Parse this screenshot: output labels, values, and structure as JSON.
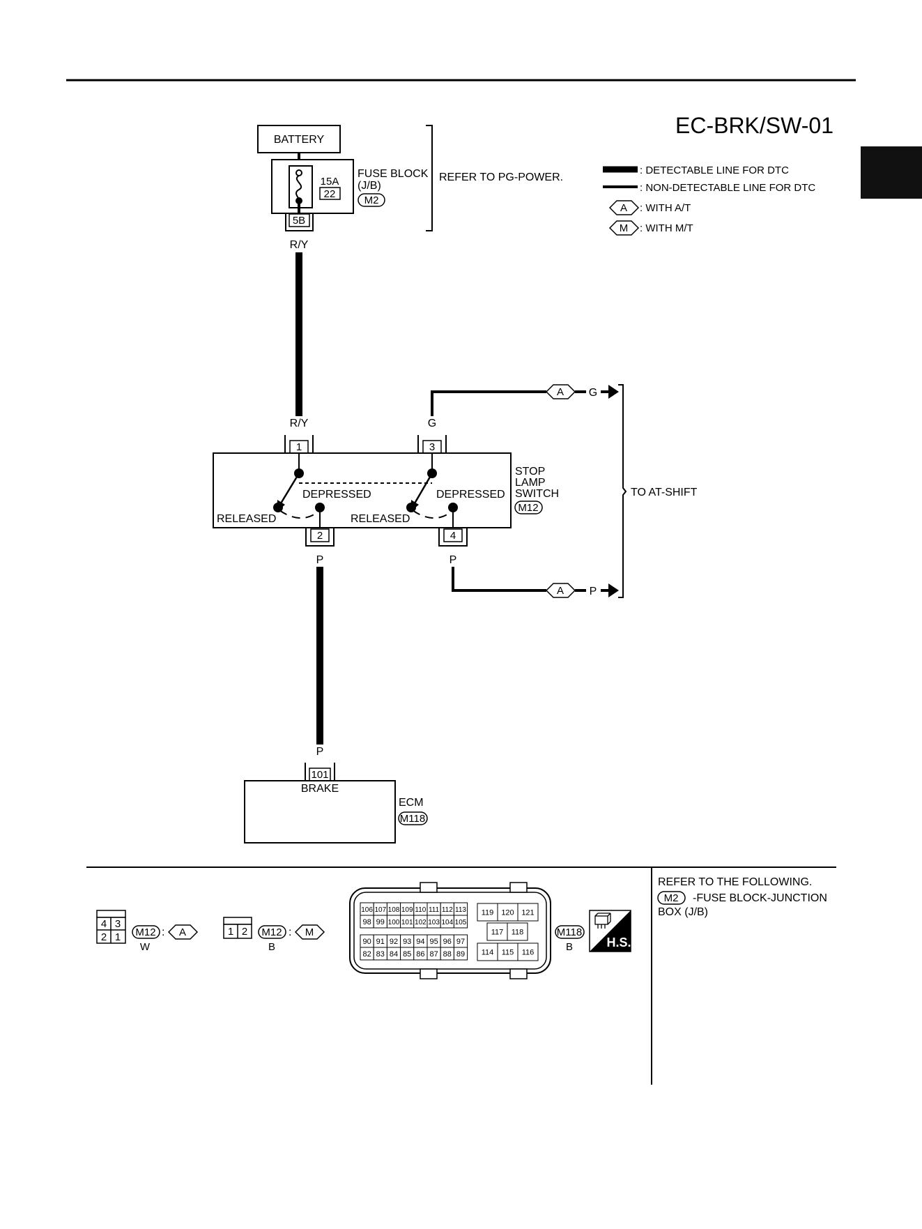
{
  "page": {
    "title": "EC-BRK/SW-01"
  },
  "legend": {
    "detectable": ": DETECTABLE LINE FOR DTC",
    "non_detectable": ": NON-DETECTABLE LINE FOR DTC",
    "with_at_symbol": "A",
    "with_at": ": WITH A/T",
    "with_mt_symbol": "M",
    "with_mt": ": WITH M/T"
  },
  "battery": {
    "label": "BATTERY"
  },
  "fuse_block": {
    "label_line1": "FUSE BLOCK",
    "label_line2": "(J/B)",
    "connector": "M2",
    "amperage": "15A",
    "fuse_number": "22",
    "terminal": "5B",
    "refer": "REFER TO PG-POWER."
  },
  "wires": {
    "battery_to_switch": "R/Y",
    "switch_in": "R/Y",
    "at_g": "G",
    "switch_to_ecm": "P",
    "ecm_in": "P",
    "at_p": "P"
  },
  "stop_lamp_switch": {
    "label_line1": "STOP",
    "label_line2": "LAMP",
    "label_line3": "SWITCH",
    "connector": "M12",
    "pin1": "1",
    "pin2": "2",
    "pin3": "3",
    "pin4": "4",
    "released_left": "RELEASED",
    "depressed_left": "DEPRESSED",
    "released_right": "RELEASED",
    "depressed_right": "DEPRESSED"
  },
  "at_shift": {
    "label": "TO AT-SHIFT",
    "symbol_top": "A",
    "wire_top": "G",
    "symbol_bottom": "A",
    "wire_bottom": "P"
  },
  "ecm": {
    "label": "ECM",
    "connector": "M118",
    "terminal": "101",
    "terminal_label": "BRAKE"
  },
  "connector_views": {
    "m12_at": {
      "pins_top": [
        "4",
        "3"
      ],
      "pins_bottom": [
        "2",
        "1"
      ],
      "connector": "M12",
      "variant": "A",
      "color": "W"
    },
    "m12_mt": {
      "pins": [
        "1",
        "2"
      ],
      "connector": "M12",
      "variant": "M",
      "color": "B"
    },
    "m118": {
      "connector": "M118",
      "color": "B",
      "rows": [
        [
          "106",
          "107",
          "108",
          "109",
          "110",
          "111",
          "112",
          "113"
        ],
        [
          "98",
          "99",
          "100",
          "101",
          "102",
          "103",
          "104",
          "105"
        ],
        [
          "90",
          "91",
          "92",
          "93",
          "94",
          "95",
          "96",
          "97"
        ],
        [
          "82",
          "83",
          "84",
          "85",
          "86",
          "87",
          "88",
          "89"
        ]
      ],
      "right_top": [
        "119",
        "120",
        "121"
      ],
      "right_mid": [
        "117",
        "118"
      ],
      "right_bottom": [
        "114",
        "115",
        "116"
      ]
    },
    "hs_badge": "H.S."
  },
  "refer_section": {
    "heading": "REFER TO THE FOLLOWING.",
    "connector": "M2",
    "item_line1": "-FUSE BLOCK-JUNCTION",
    "item_line2": "BOX (J/B)"
  }
}
